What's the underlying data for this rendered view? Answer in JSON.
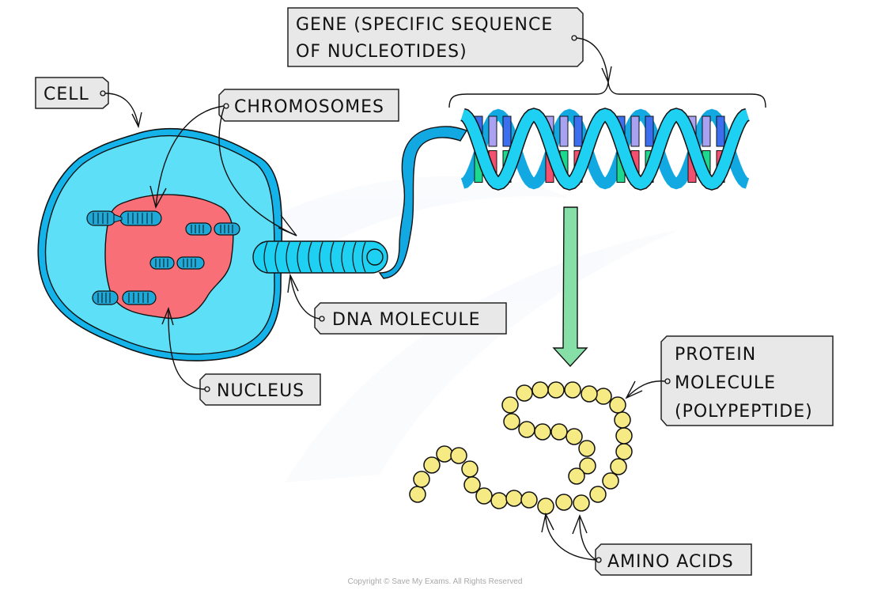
{
  "title": "From cell to protein: DNA, genes and amino acids",
  "labels": {
    "cell": "CELL",
    "chromosomes": "CHROMOSOMES",
    "gene_line1": "GENE (SPECIFIC SEQUENCE",
    "gene_line2": "OF NUCLEOTIDES)",
    "dna_molecule": "DNA  MOLECULE",
    "nucleus": "NUCLEUS",
    "protein_line1": "PROTEIN",
    "protein_line2": "MOLECULE",
    "protein_line3": "(POLYPEPTIDE)",
    "amino_acids": "AMINO  ACIDS"
  },
  "colors": {
    "cytoplasm": "#5ddff7",
    "cell_membrane": "#14b4ea",
    "nucleus": "#f86f78",
    "chromosome": "#1fa9d8",
    "dna_strand_light": "#1ed0f2",
    "dna_strand_dark": "#12a8e2",
    "base_blue": "#3c6ef0",
    "base_lilac": "#a9a2f2",
    "base_green": "#1bd98f",
    "base_red": "#f2506e",
    "arrow_green": "#86dfa6",
    "amino_acid": "#f6ea84",
    "tag_fill": "#e8e8e8"
  },
  "footer": {
    "copyright": "Copyright © Save My Exams. All Rights Reserved"
  }
}
